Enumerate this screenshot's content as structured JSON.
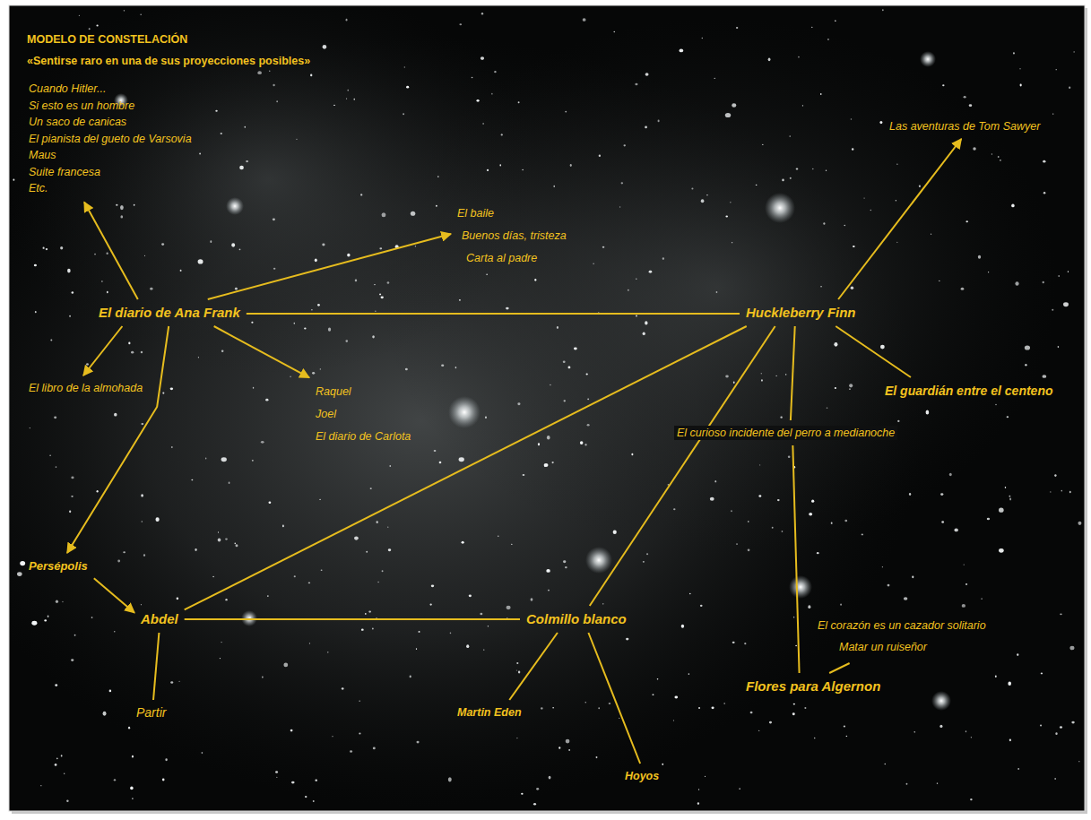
{
  "diagram": {
    "title": "MODELO DE CONSTELACIÓN",
    "nodes": [
      {
        "text": [
          "Cuando Hitler...",
          "Si esto es un hombre",
          "Un saco de canicas",
          "El pianista del gueto de Varsovia",
          "Maus",
          "Suite francesa",
          "Etc."
        ]
      },
      {
        "text": [
          "El baile",
          "Buenos días, tristeza",
          "Carta al padre"
        ]
      },
      {
        "text": [
          "Las aventuras de Tom Sawyer"
        ]
      },
      {
        "text": [
          "El diario de Ana Frank"
        ]
      },
      {
        "text": [
          "Huckleberry Finn"
        ]
      },
      {
        "text": [
          "El libro de la almohada"
        ]
      },
      {
        "text": [
          "Raquel",
          "Joel",
          "El diario de Carlota"
        ]
      },
      {
        "text": [
          "El guardián entre el centeno"
        ]
      },
      {
        "text": [
          "El curioso incidente del perro a medianoche"
        ]
      },
      {
        "text": [
          "Persépolis"
        ]
      },
      {
        "text": [
          "Abdel"
        ]
      },
      {
        "text": [
          "Colmillo blanco"
        ]
      },
      {
        "text": [
          "El corazón es un cazador solitario",
          "Matar un ruiseñor"
        ]
      },
      {
        "text": [
          "Flores para Algernon"
        ]
      },
      {
        "text": [
          "Partir"
        ]
      },
      {
        "text": [
          "Martin Eden"
        ]
      },
      {
        "text": [
          "Hoyos"
        ]
      }
    ],
    "edges": [
      {
        "from": 3,
        "to": 0,
        "arrow": "to"
      },
      {
        "from": 3,
        "to": 1,
        "arrow": "to"
      },
      {
        "from": 3,
        "to": 4,
        "arrow": "none"
      },
      {
        "from": 3,
        "to": 5,
        "arrow": "to"
      },
      {
        "from": 3,
        "to": 6,
        "arrow": "to"
      },
      {
        "from": 3,
        "to": 9,
        "arrow": "to"
      },
      {
        "from": 9,
        "to": 10,
        "arrow": "to"
      },
      {
        "from": 10,
        "to": 14,
        "arrow": "none"
      },
      {
        "from": 10,
        "to": 11,
        "arrow": "none"
      },
      {
        "from": 10,
        "to": 4,
        "arrow": "none"
      },
      {
        "from": 4,
        "to": 2,
        "arrow": "to"
      },
      {
        "from": 4,
        "to": 7,
        "arrow": "none"
      },
      {
        "from": 4,
        "to": 8,
        "arrow": "none"
      },
      {
        "from": 4,
        "to": 11,
        "arrow": "none"
      },
      {
        "from": 8,
        "to": 13,
        "arrow": "none"
      },
      {
        "from": 13,
        "to": 12,
        "arrow": "none"
      },
      {
        "from": 11,
        "to": 15,
        "arrow": "none"
      },
      {
        "from": 11,
        "to": 16,
        "arrow": "none"
      }
    ],
    "labels": [
      "«Sentirse raro en una de sus proyecciones posibles»"
    ]
  }
}
